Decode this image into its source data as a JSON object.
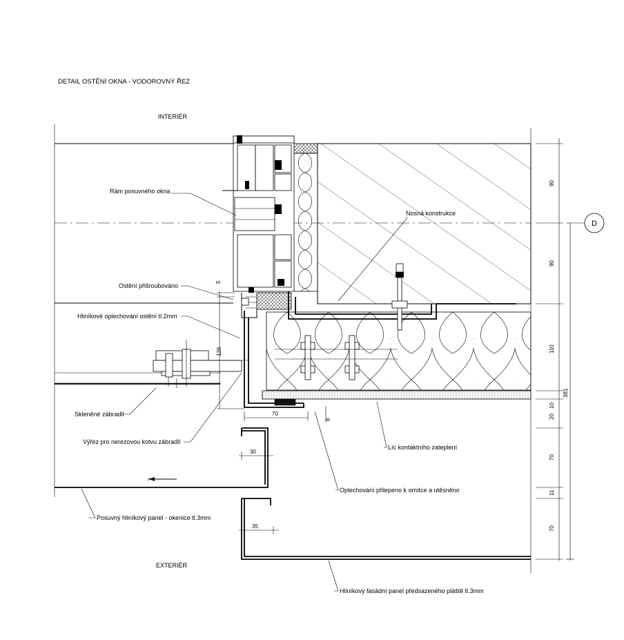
{
  "title": "DETAIL OSTĚNÍ OKNA - VODOROVNÝ ŘEZ",
  "side_labels": {
    "interior": "INTERIÉR",
    "exterior": "EXTERIÉR"
  },
  "labels": {
    "window_frame": "Rám posuvného okna",
    "load_bearing": "Nosná konstrukce",
    "reveal_screwed": "Ostění přišroubováno",
    "reveal_flashing": "Hliníkové oplechování ostění tl.2mm",
    "glass_railing": "Skleněné zábradlí",
    "railing_cutout": "Výřez pro nerezovou kotvu zábradlí",
    "insulation_face": "Líc kontaktního zateplení",
    "flashing_glued": "Oplechování přilepeno k omítce a utěsněno",
    "sliding_panel": "Posuvný hliníkový panel - okenice tl.3mm",
    "facade_panel": "Hliníkový fasádní panel předsazeného pláště tl.3mm"
  },
  "grid_marker": "D",
  "dimensions": {
    "d5": "5",
    "d126": "126",
    "d70": "70",
    "d8": "8",
    "d30": "30",
    "d35": "35",
    "r90a": "90",
    "r90b": "90",
    "r110": "110",
    "r10": "10",
    "r20": "20",
    "r70a": "70",
    "r11": "11",
    "r70b": "70",
    "total": "381"
  }
}
